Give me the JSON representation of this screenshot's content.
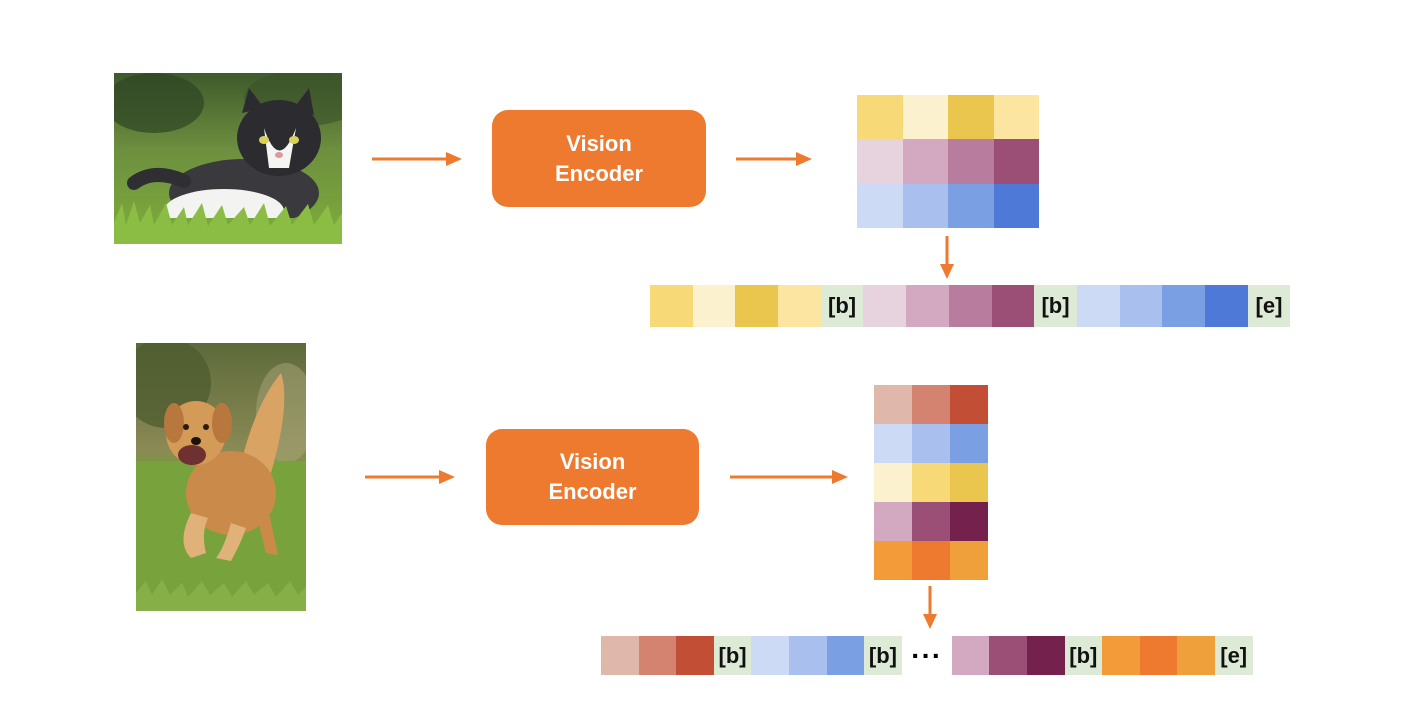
{
  "encoder_label_line1": "Vision",
  "encoder_label_line2": "Encoder",
  "begin_token": "[b]",
  "end_token": "[e]",
  "ellipsis": "···",
  "colors": {
    "orange": "#ee7a2f",
    "separator_bg": "#dcead6"
  },
  "cat_grid": [
    [
      "#f7d977",
      "#fcf1cf",
      "#ebc64e",
      "#fbe5a0"
    ],
    [
      "#e7d3dd",
      "#d2a9c0",
      "#b87c9e",
      "#9b4f76"
    ],
    [
      "#ccdaf5",
      "#a9c0ef",
      "#7b9fe3",
      "#4f79d6"
    ]
  ],
  "dog_grid": [
    [
      "#e0b8ab",
      "#d48371",
      "#c24e35"
    ],
    [
      "#ccdaf5",
      "#a9c0ef",
      "#7b9fe3"
    ],
    [
      "#fcf1cf",
      "#f7d977",
      "#ebc64e"
    ],
    [
      "#d2a9c0",
      "#9b4f76",
      "#74214d"
    ],
    [
      "#f29b38",
      "#ee7a2f",
      "#f0a03a"
    ]
  ],
  "cat_sequence": [
    "#f7d977",
    "#fcf1cf",
    "#ebc64e",
    "#fbe5a0",
    "[b]",
    "#e7d3dd",
    "#d2a9c0",
    "#b87c9e",
    "#9b4f76",
    "[b]",
    "#ccdaf5",
    "#a9c0ef",
    "#7b9fe3",
    "#4f79d6",
    "[e]"
  ],
  "dog_sequence": [
    "#e0b8ab",
    "#d48371",
    "#c24e35",
    "[b]",
    "#ccdaf5",
    "#a9c0ef",
    "#7b9fe3",
    "[b]",
    "...",
    "#d2a9c0",
    "#9b4f76",
    "#74214d",
    "[b]",
    "#f29b38",
    "#ee7a2f",
    "#f0a03a",
    "[e]"
  ]
}
